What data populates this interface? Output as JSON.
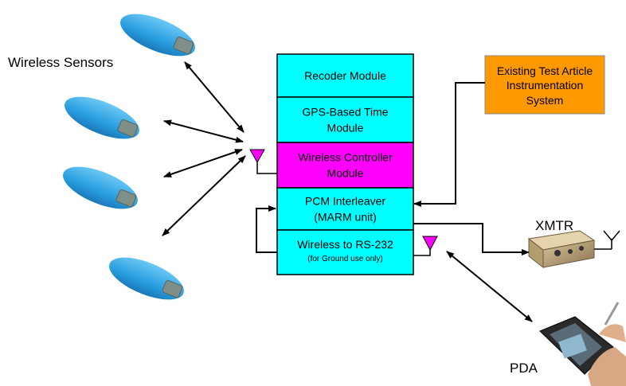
{
  "labels": {
    "wireless_sensors": "Wireless Sensors",
    "xmtr": "XMTR",
    "pda": "PDA"
  },
  "stack": [
    {
      "lines": [
        "Recoder Module"
      ],
      "fill": "#00ffff"
    },
    {
      "lines": [
        "GPS-Based Time",
        "Module"
      ],
      "fill": "#00ffff"
    },
    {
      "lines": [
        "Wireless Controller",
        "Module"
      ],
      "fill": "#ff00ff"
    },
    {
      "lines": [
        "PCM Interleaver",
        "(MARM unit)"
      ],
      "fill": "#00ffff"
    },
    {
      "lines": [
        "Wireless to RS-232",
        "(for Ground use only)"
      ],
      "fill": "#00ffff"
    }
  ],
  "existing_system": {
    "lines": [
      "Existing Test Article",
      "Instrumentation",
      "System"
    ],
    "fill": "#ff9900"
  },
  "colors": {
    "antenna": "#ff00ff",
    "sensor": "#2a9fe0",
    "line": "#000000"
  }
}
